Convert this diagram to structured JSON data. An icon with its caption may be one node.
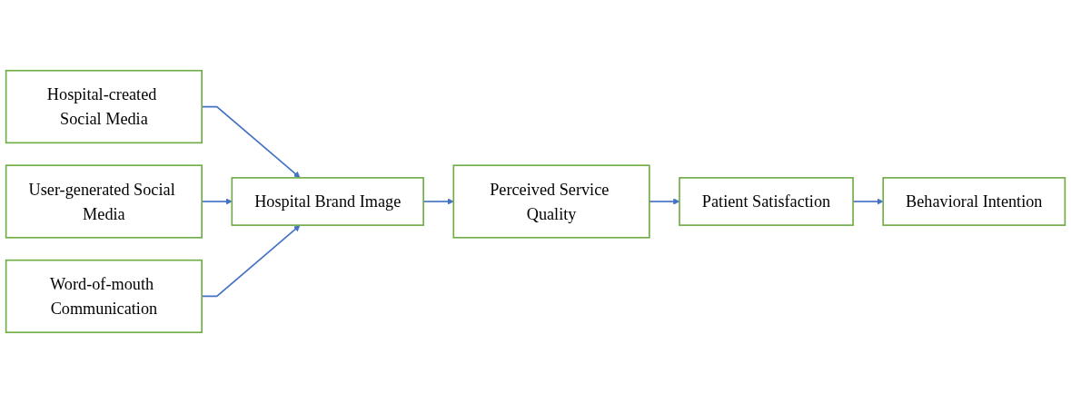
{
  "diagram": {
    "nodes": [
      {
        "text": [
          "Hospital-created Social Media"
        ]
      },
      {
        "text": [
          "User-generated Social Media"
        ]
      },
      {
        "text": [
          "Word-of-mouth Communication"
        ]
      },
      {
        "text": [
          "Hospital Brand Image"
        ]
      },
      {
        "text": [
          "Perceived Service Quality"
        ]
      },
      {
        "text": [
          "Patient Satisfaction"
        ]
      },
      {
        "text": [
          "Behavioral Intention"
        ]
      }
    ],
    "edges": [
      {
        "from": 0,
        "to": 3,
        "arrow": "to"
      },
      {
        "from": 1,
        "to": 3,
        "arrow": "to"
      },
      {
        "from": 2,
        "to": 3,
        "arrow": "to"
      },
      {
        "from": 3,
        "to": 4,
        "arrow": "to"
      },
      {
        "from": 4,
        "to": 5,
        "arrow": "to"
      },
      {
        "from": 5,
        "to": 6,
        "arrow": "to"
      }
    ]
  }
}
